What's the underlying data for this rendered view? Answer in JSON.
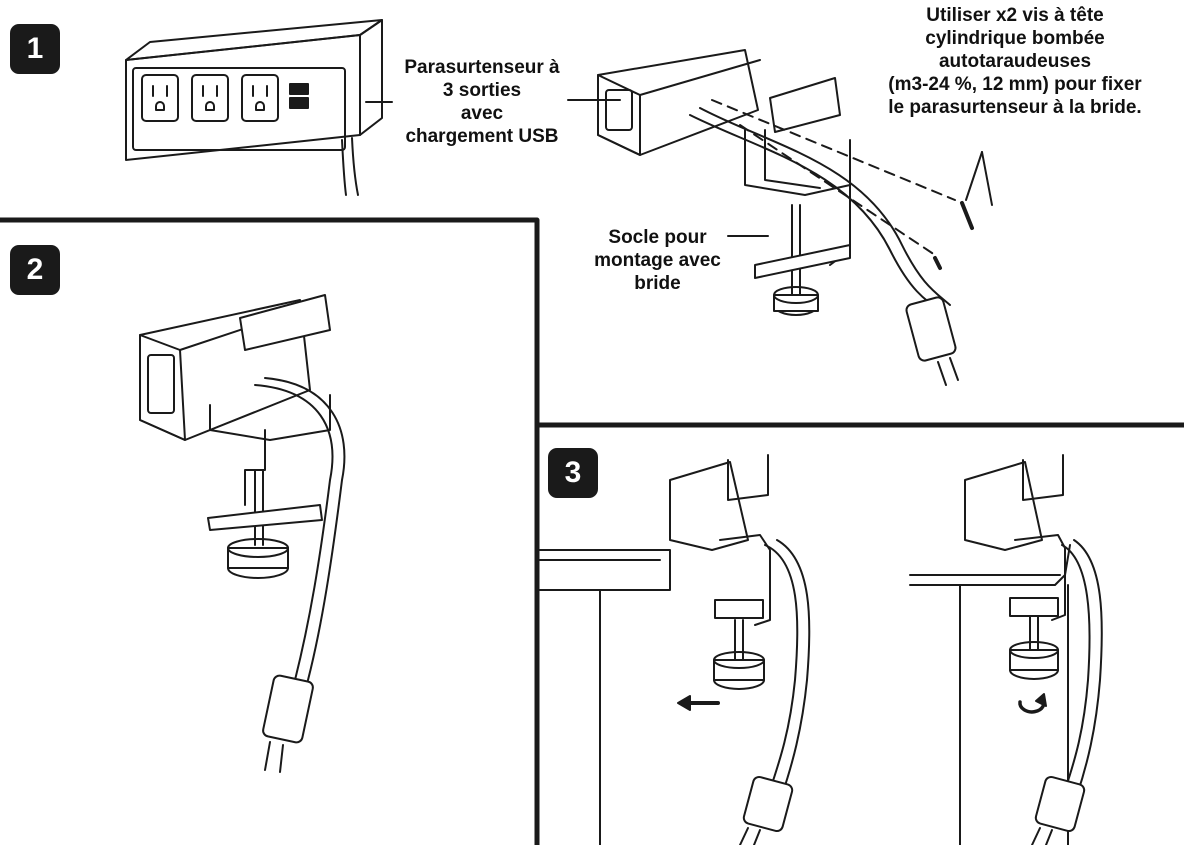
{
  "steps": [
    {
      "number": "1"
    },
    {
      "number": "2"
    },
    {
      "number": "3"
    }
  ],
  "labels": {
    "power_strip": "Parasurtenseur à 3 sorties avec chargement USB",
    "power_strip_lines": [
      "Parasurtenseur à",
      "3 sorties",
      "avec",
      "chargement USB"
    ],
    "screws": "Utiliser x2 vis à tête cylindrique bombée autotaraudeuses (m3-24 %, 12 mm) pour fixer le parasurtenseur à la bride.",
    "screws_lines": [
      "Utiliser x2 vis à tête",
      "cylindrique bombée",
      "autotaraudeuses",
      "(m3-24 %, 12 mm) pour fixer",
      "le parasurtenseur à la bride."
    ],
    "clamp_base": "Socle pour montage avec bride",
    "clamp_base_lines": [
      "Socle pour",
      "montage avec",
      "bride"
    ]
  },
  "icons": [
    "power-strip-illustration",
    "clamp-assembly-illustration",
    "screw-icon",
    "plug-icon",
    "tighten-arrow-icon",
    "rotate-arrow-icon",
    "desk-icon"
  ],
  "colors": {
    "line": "#1a1a1a",
    "badge_bg": "#1a1a1a",
    "badge_text": "#ffffff",
    "background": "#ffffff"
  }
}
